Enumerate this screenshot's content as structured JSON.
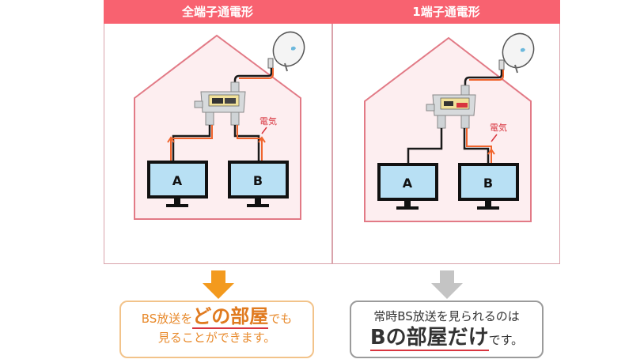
{
  "colors": {
    "header_bg": "#f86270",
    "house_fill": "#fdeef0",
    "house_stroke": "#e27a86",
    "cable_signal": "#f0642d",
    "cable_black": "#1a1a1a",
    "tv_screen": "#b8e0f4",
    "electricity_label": "#d8353f",
    "arrow_left": "#f39a1e",
    "arrow_right": "#c4c4c4",
    "box_left_border": "#f2c38a",
    "box_right_border": "#9b9b9b",
    "text_orange": "#e88a2c",
    "underline_red": "#d8353f"
  },
  "panels": [
    {
      "title": "全端子通電形",
      "tv_a_label": "A",
      "tv_b_label": "B",
      "electricity_label": "電気",
      "powered_outputs": [
        "A",
        "B"
      ]
    },
    {
      "title": "1端子通電形",
      "tv_a_label": "A",
      "tv_b_label": "B",
      "electricity_label": "電気",
      "powered_outputs": [
        "B"
      ]
    }
  ],
  "results": {
    "left": {
      "prefix": "BS放送を",
      "highlight": "どの部屋",
      "suffix": "でも",
      "line2": "見ることができます。"
    },
    "right": {
      "line1": "常時BS放送を見られるのは",
      "highlight": "Bの部屋だけ",
      "suffix": "です。"
    }
  }
}
